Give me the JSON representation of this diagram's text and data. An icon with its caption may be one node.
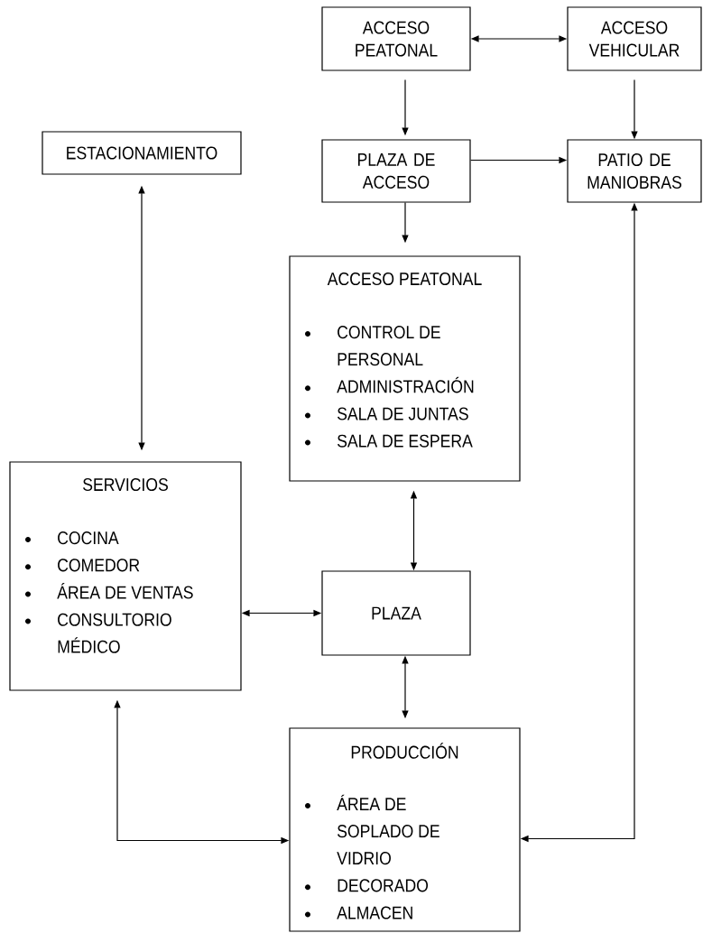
{
  "diagram": {
    "nodes": [
      {
        "text": [
          "ACCESO PEATONAL"
        ]
      },
      {
        "text": [
          "ACCESO VEHICULAR"
        ]
      },
      {
        "text": [
          "ESTACIONAMIENTO"
        ]
      },
      {
        "text": [
          "PLAZA DE ACCESO"
        ]
      },
      {
        "text": [
          "PATIO DE MANIOBRAS"
        ]
      },
      {
        "text": [
          "ACCESO PEATONAL",
          "CONTROL DE PERSONAL",
          "ADMINISTRACIÓN",
          "SALA DE JUNTAS",
          "SALA DE ESPERA"
        ]
      },
      {
        "text": [
          "SERVICIOS",
          "COCINA",
          "COMEDOR",
          "ÁREA DE VENTAS",
          "CONSULTORIO MÉDICO"
        ]
      },
      {
        "text": [
          "PLAZA"
        ]
      },
      {
        "text": [
          "PRODUCCIÓN",
          "ÁREA DE SOPLADO DE VIDRIO",
          "DECORADO",
          "ALMACEN"
        ]
      }
    ],
    "edges": [
      {
        "from": 0,
        "to": 1,
        "arrow": "both"
      },
      {
        "from": 0,
        "to": 3,
        "arrow": "to"
      },
      {
        "from": 1,
        "to": 4,
        "arrow": "to"
      },
      {
        "from": 3,
        "to": 4,
        "arrow": "to"
      },
      {
        "from": 3,
        "to": 5,
        "arrow": "to"
      },
      {
        "from": 2,
        "to": 6,
        "arrow": "both"
      },
      {
        "from": 5,
        "to": 7,
        "arrow": "both"
      },
      {
        "from": 6,
        "to": 7,
        "arrow": "both"
      },
      {
        "from": 7,
        "to": 8,
        "arrow": "both"
      },
      {
        "from": 6,
        "to": 8,
        "arrow": "both"
      },
      {
        "from": 4,
        "to": 8,
        "arrow": "both"
      }
    ]
  }
}
